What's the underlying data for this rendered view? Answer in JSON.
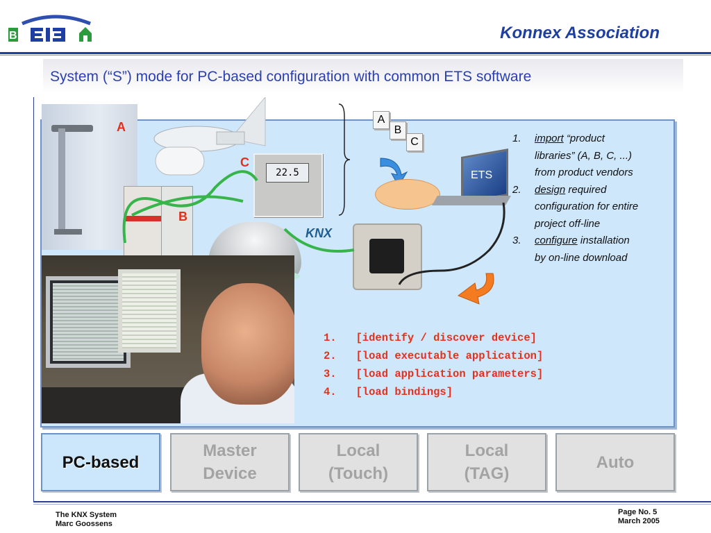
{
  "header": {
    "org": "Konnex Association",
    "logo_text": "EIB"
  },
  "title": "System (“S”) mode for PC-based configuration with common ETS software",
  "diagram": {
    "label_a": "A",
    "label_b": "B",
    "label_c": "C",
    "thermostat_display": "22.5",
    "laptop_label": "ETS",
    "boxes": [
      "A",
      "B",
      "C"
    ],
    "knx": "KNX"
  },
  "steps": [
    {
      "num": "1.",
      "keyword": "import",
      "rest_line1": " “product",
      "rest_lines": [
        "libraries” (A, B, C, ...)",
        "from product vendors"
      ]
    },
    {
      "num": "2.",
      "keyword": "design",
      "rest_line1": " required",
      "rest_lines": [
        "configuration for entire",
        "project off-line"
      ]
    },
    {
      "num": "3.",
      "keyword": "configure",
      "rest_line1": " installation",
      "rest_lines": [
        "by on-line download"
      ]
    }
  ],
  "loadlist": [
    "1.   [identify / discover device]",
    "2.   [load executable application]",
    "3.   [load application parameters]",
    "4.   [load bindings]"
  ],
  "tabs": [
    {
      "label": "PC-based",
      "active": true
    },
    {
      "label": "Master\nDevice",
      "active": false
    },
    {
      "label": "Local\n(Touch)",
      "active": false
    },
    {
      "label": "Local\n(TAG)",
      "active": false
    },
    {
      "label": "Auto",
      "active": false
    }
  ],
  "footer": {
    "left_line1": "The KNX System",
    "left_line2": "Marc Goossens",
    "right_line1": "Page No. 5",
    "right_line2": "March 2005"
  },
  "colors": {
    "brand_blue": "#1f3fa0",
    "panel": "#cfe7fb",
    "accent_red": "#e5301c",
    "tab_inactive": "#e1e1e1"
  }
}
